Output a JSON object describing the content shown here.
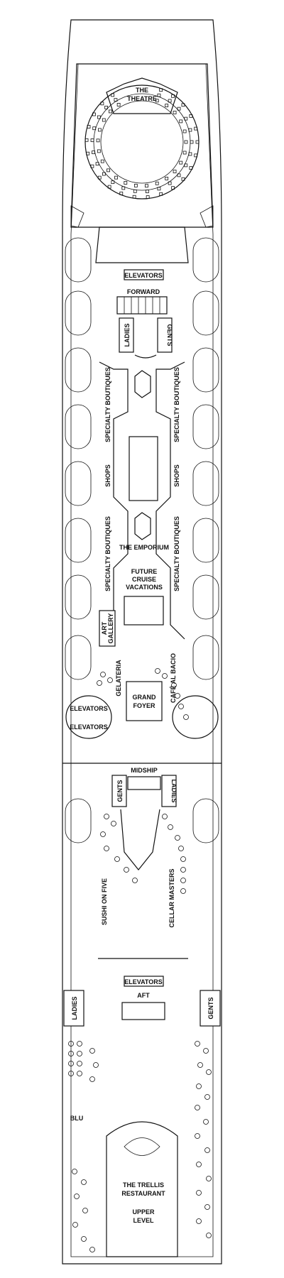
{
  "labels": {
    "theatre": [
      "THE",
      "THEATRE"
    ],
    "elevators_forward": "ELEVATORS",
    "forward": "FORWARD",
    "ladies_forward": "LADIES",
    "gents_forward": "GENTS",
    "specialty_boutiques": "SPECIALTY BOUTIQUES",
    "shops": "SHOPS",
    "the_emporium": "THE EMPORIUM",
    "future_cruise": [
      "FUTURE",
      "CRUISE",
      "VACATIONS"
    ],
    "art_gallery": [
      "ART",
      "GALLERY"
    ],
    "gelateria": "GELATERIA",
    "cafe_al_bacio": "CAFÉ AL BACIO",
    "grand_foyer": [
      "GRAND",
      "FOYER"
    ],
    "elevators_mid": "ELEVATORS",
    "midship": "MIDSHIP",
    "gents_mid": "GENTS",
    "ladies_mid": "LADIES",
    "sushi_on_five": "SUSHI ON FIVE",
    "cellar_masters": "CELLAR MASTERS",
    "elevators_aft": "ELEVATORS",
    "aft": "AFT",
    "ladies_aft": "LADIES",
    "gents_aft": "GENTS",
    "blu": "BLU",
    "the_trellis": [
      "THE TRELLIS",
      "RESTAURANT"
    ],
    "upper_level": [
      "UPPER",
      "LEVEL"
    ]
  }
}
